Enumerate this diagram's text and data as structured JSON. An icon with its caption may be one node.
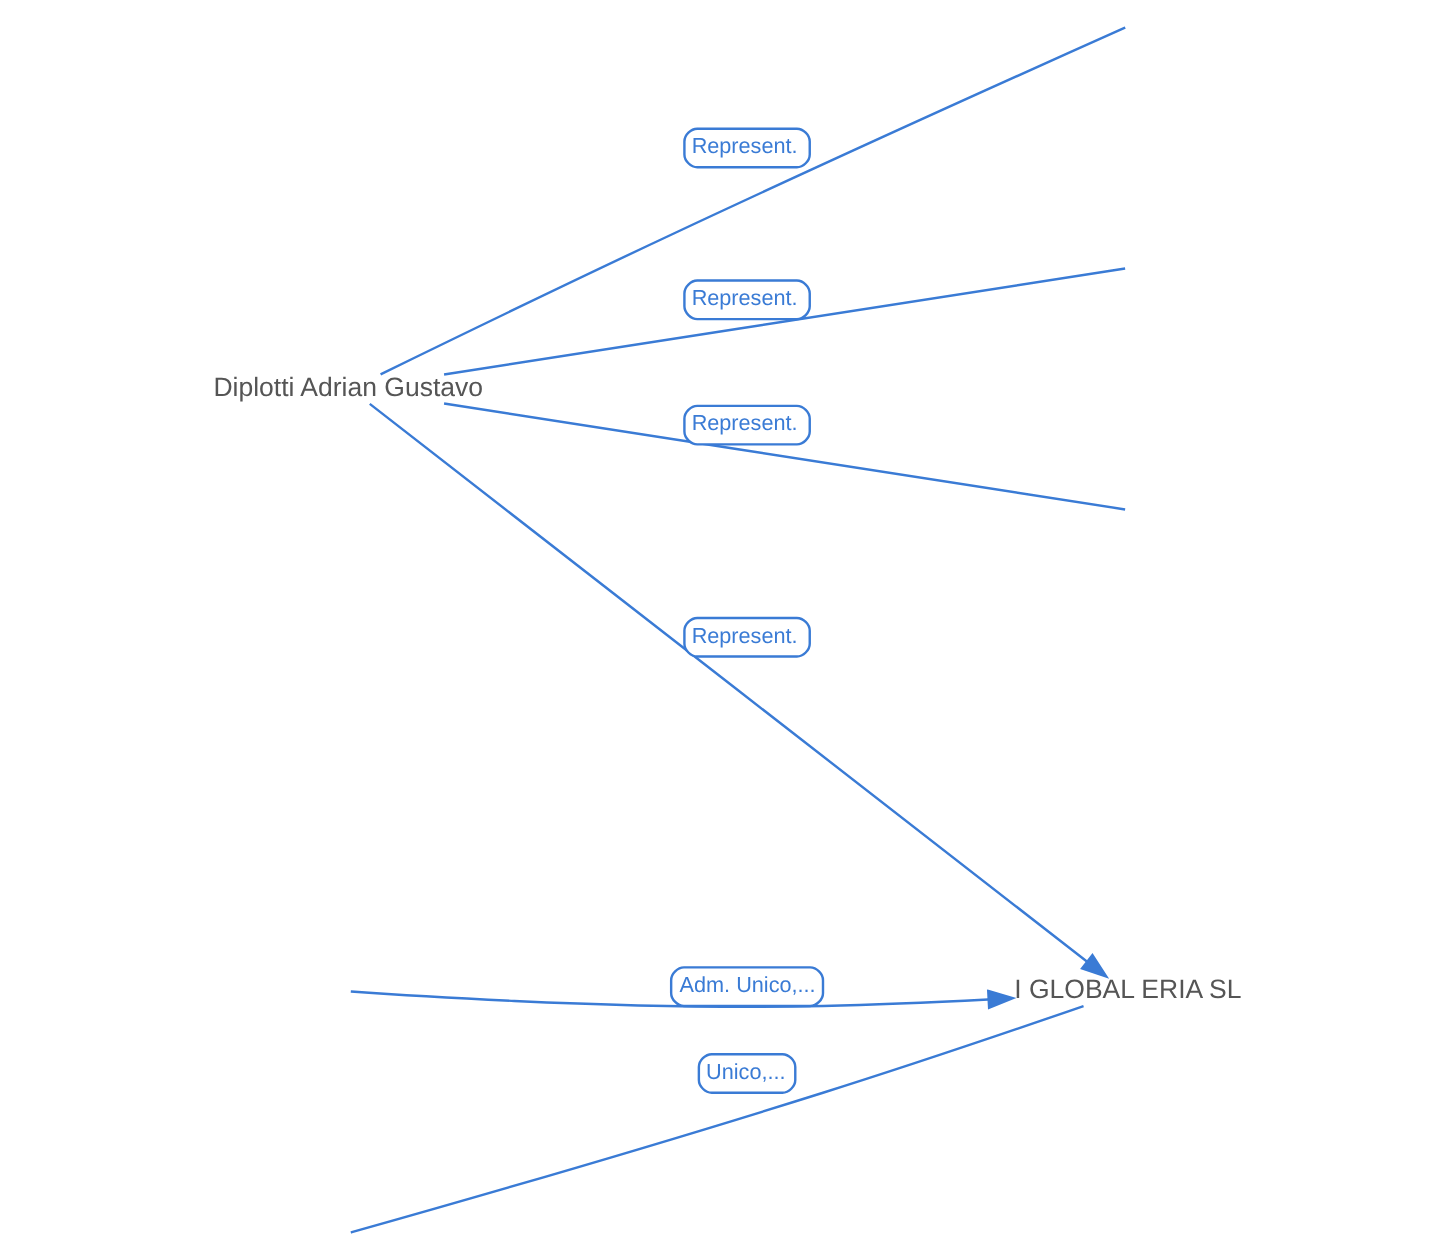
{
  "diagram": {
    "nodes": [
      {
        "text": [
          "I GLOBAL ERIA SL"
        ]
      },
      {
        "text": [
          "Diplotti Adrian Gustavo"
        ]
      }
    ],
    "edges": [
      {
        "from": null,
        "to": 0,
        "label": "Unico,...",
        "arrow": "none"
      },
      {
        "from": null,
        "to": 0,
        "label": "Adm. Unico,...",
        "arrow": "to"
      },
      {
        "from": 1,
        "to": null,
        "label": "Represent.",
        "arrow": "none"
      },
      {
        "from": 1,
        "to": 0,
        "label": "Represent.",
        "arrow": "to"
      },
      {
        "from": 1,
        "to": null,
        "label": "Represent.",
        "arrow": "none"
      },
      {
        "from": 1,
        "to": null,
        "label": "Represent.",
        "arrow": "none"
      }
    ]
  }
}
